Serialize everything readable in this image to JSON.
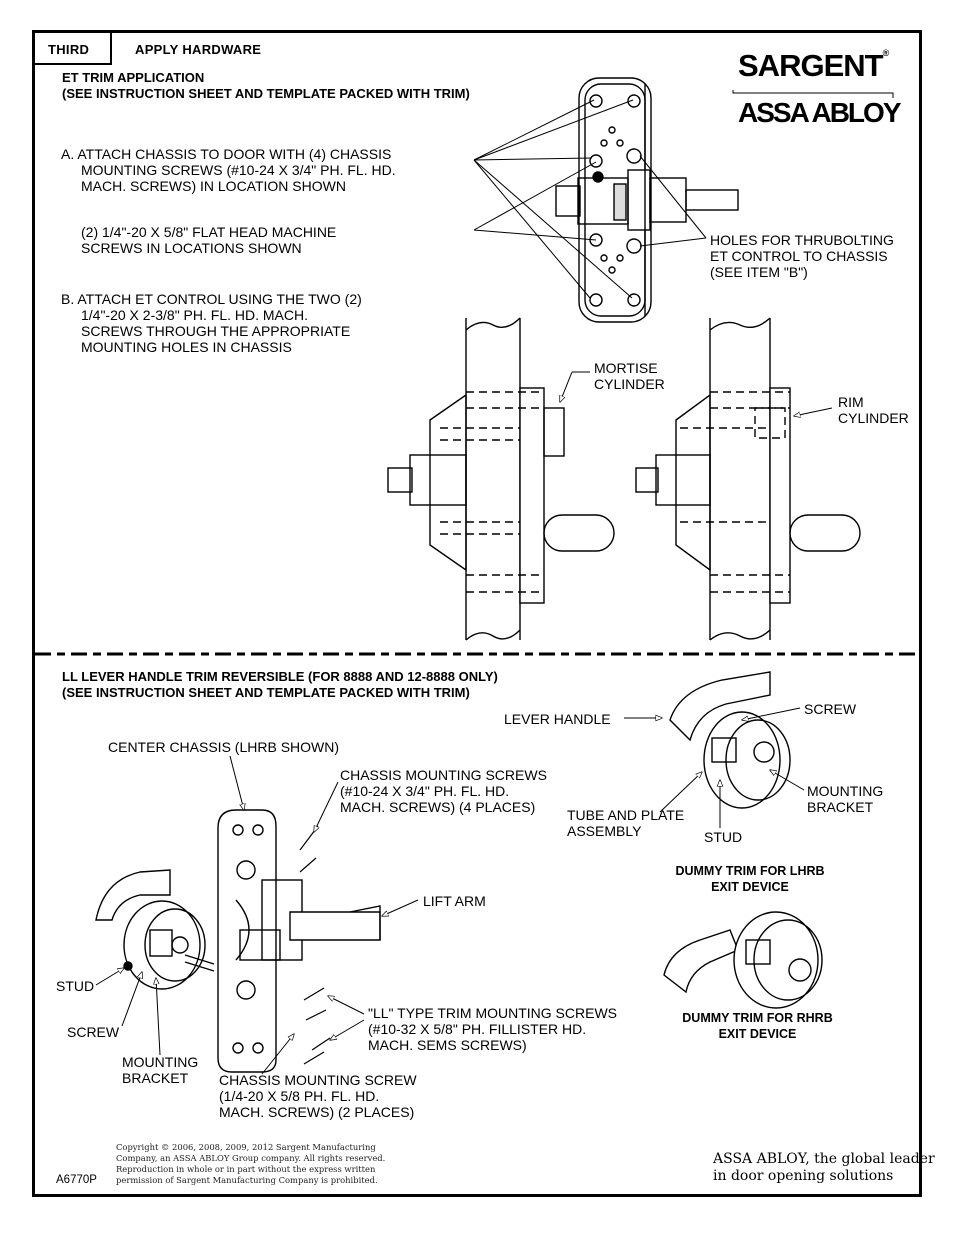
{
  "header": {
    "step": "THIRD",
    "title": "APPLY HARDWARE"
  },
  "brand": {
    "sargent": "SARGENT",
    "registered": "®",
    "assa_abloy": "ASSA ABLOY"
  },
  "et_section": {
    "title": "ET TRIM APPLICATION",
    "subtitle": "(SEE INSTRUCTION SHEET AND TEMPLATE PACKED WITH TRIM)",
    "step_a_line1": "A.  ATTACH CHASSIS TO DOOR WITH (4) CHASSIS",
    "step_a_line2": "MOUNTING SCREWS (#10-24 X 3/4\" PH. FL. HD.",
    "step_a_line3": "MACH. SCREWS) IN LOCATION SHOWN",
    "flat_line1": "(2) 1/4\"-20 X 5/8\" FLAT HEAD MACHINE",
    "flat_line2": "SCREWS IN LOCATIONS SHOWN",
    "step_b_line1": "B.  ATTACH ET CONTROL USING THE TWO (2)",
    "step_b_line2": "1/4\"-20 X 2-3/8\" PH. FL. HD. MACH.",
    "step_b_line3": "SCREWS THROUGH THE APPROPRIATE",
    "step_b_line4": "MOUNTING HOLES IN CHASSIS",
    "holes_line1": "HOLES FOR THRUBOLTING",
    "holes_line2": "ET CONTROL TO CHASSIS",
    "holes_line3": "(SEE ITEM \"B\")",
    "mortise_line1": "MORTISE",
    "mortise_line2": "CYLINDER",
    "rim_line1": "RIM",
    "rim_line2": "CYLINDER"
  },
  "ll_section": {
    "title": "LL LEVER HANDLE TRIM REVERSIBLE (FOR 8888 AND 12-8888 ONLY)",
    "subtitle": "(SEE INSTRUCTION SHEET AND TEMPLATE PACKED WITH TRIM)",
    "lever_handle": "LEVER HANDLE",
    "screw_top": "SCREW",
    "center_chassis": "CENTER CHASSIS (LHRB SHOWN)",
    "cms_line1": "CHASSIS MOUNTING SCREWS",
    "cms_line2": "(#10-24 X 3/4\" PH. FL. HD.",
    "cms_line3": "MACH. SCREWS) (4 PLACES)",
    "tube_line1": "TUBE AND PLATE",
    "tube_line2": "ASSEMBLY",
    "mounting_bracket_r1": "MOUNTING",
    "mounting_bracket_r2": "BRACKET",
    "stud_right": "STUD",
    "dummy_lhrb_line1": "DUMMY TRIM FOR LHRB",
    "dummy_lhrb_line2": "EXIT DEVICE",
    "lift_arm": "LIFT ARM",
    "stud_left": "STUD",
    "screw_left": "SCREW",
    "mounting_bracket_l1": "MOUNTING",
    "mounting_bracket_l2": "BRACKET",
    "ll_screws_line1": "\"LL\" TYPE TRIM MOUNTING SCREWS",
    "ll_screws_line2": "(#10-32 X 5/8\" PH. FILLISTER HD.",
    "ll_screws_line3": "MACH. SEMS SCREWS)",
    "cms2_line1": "CHASSIS MOUNTING SCREW",
    "cms2_line2": "(1/4-20 X 5/8 PH. FL. HD.",
    "cms2_line3": "MACH. SCREWS) (2 PLACES)",
    "dummy_rhrb_line1": "DUMMY TRIM FOR RHRB",
    "dummy_rhrb_line2": "EXIT DEVICE"
  },
  "footer": {
    "doc_number": "A6770P",
    "copyright_line1": "Copyright © 2006, 2008, 2009, 2012 Sargent Manufacturing",
    "copyright_line2": "Company, an ASSA ABLOY Group company. All rights reserved.",
    "copyright_line3": "Reproduction in whole or in part without the express written",
    "copyright_line4": "permission of Sargent Manufacturing Company is prohibited.",
    "tagline_line1": "ASSA ABLOY, the global leader",
    "tagline_line2": "in door opening solutions"
  }
}
